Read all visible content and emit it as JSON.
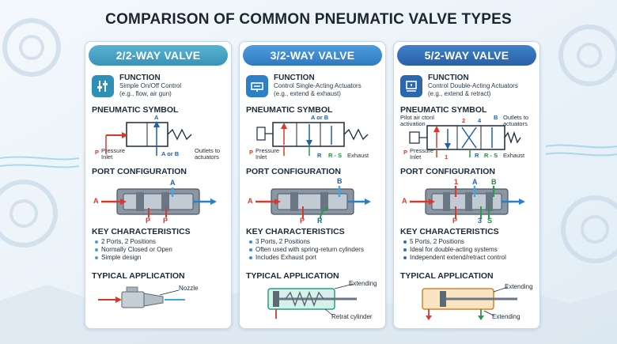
{
  "title": "COMPARISON OF COMMON PNEUMATIC VALVE TYPES",
  "colors": {
    "card1": "#4aa5c5",
    "card2": "#3f8fd2",
    "card3": "#2f6fb5",
    "pressure": "#d53a2d",
    "outlet": "#2b7fc7",
    "exhaust": "#2a9a4a"
  },
  "sections": {
    "function": "FUNCTION",
    "symbol": "PNEUMATIC SYMBOL",
    "ports": "PORT CONFIGURATION",
    "characteristics": "KEY CHARACTERISTICS",
    "application": "TYPICAL APPLICATION"
  },
  "cards": [
    {
      "header": "2/2-WAY VALVE",
      "icon": "valve-slider-icon",
      "function_lines": [
        "Simple On/Off Control",
        "(e.g., flow, air gun)"
      ],
      "symbol_labels": {
        "a": "A",
        "p": "P",
        "pressure": "Pressure",
        "inlet": "Inlet",
        "aorb": "A or B",
        "outlets": "Outlets to",
        "actuators": "actuators"
      },
      "port_labels": {
        "a_left": "A",
        "a_top": "A",
        "p1": "P",
        "p2": "P"
      },
      "characteristics": [
        "2 Ports, 2 Positions",
        "Normally Closed or Open",
        "Simple design"
      ],
      "application": {
        "label": "Nozzle"
      }
    },
    {
      "header": "3/2-WAY VALVE",
      "icon": "valve-actuator-icon",
      "function_lines": [
        "Control Single-Acting Actuators",
        "(e.g., extend & exhaust)"
      ],
      "symbol_labels": {
        "aorb": "A or B",
        "p": "P",
        "pressure": "Pressure",
        "inlet": "Inlet",
        "r": "R",
        "rs": "R - S",
        "exhaust": "Exhaust"
      },
      "port_labels": {
        "a_left": "A",
        "b_top": "B",
        "p": "P",
        "r": "R"
      },
      "characteristics": [
        "3 Ports, 2 Positions",
        "Often used with spring-return cylinders",
        "Includes Exhaust port"
      ],
      "application": {
        "extending": "Extending",
        "retract": "Retrat cylinder"
      }
    },
    {
      "header": "5/2-WAY VALVE",
      "icon": "valve-double-icon",
      "function_lines": [
        "Control Double-Acting Actuators",
        "(e.g., extend & retract)"
      ],
      "symbol_labels": {
        "pilot": "Pilot air ctonl",
        "activation": "activation",
        "n2": "2",
        "n4": "4",
        "b": "B",
        "outlets": "Outlets to",
        "actuators": "actuators",
        "p": "P",
        "pressure": "Pressure",
        "inlet": "Inlet",
        "n1": "1",
        "r": "R",
        "rs": "R - S",
        "exhaust": "Exhaust"
      },
      "port_labels": {
        "a_left": "A",
        "n1": "1",
        "a_top": "A",
        "b_top": "B",
        "p": "P",
        "n3": "3",
        "s": "S"
      },
      "characteristics": [
        "5 Ports, 2 Positions",
        "Ideal for double-acting systems",
        "Independent extend/retract control"
      ],
      "application": {
        "extending": "Extending",
        "extending2": "Extending"
      }
    }
  ]
}
